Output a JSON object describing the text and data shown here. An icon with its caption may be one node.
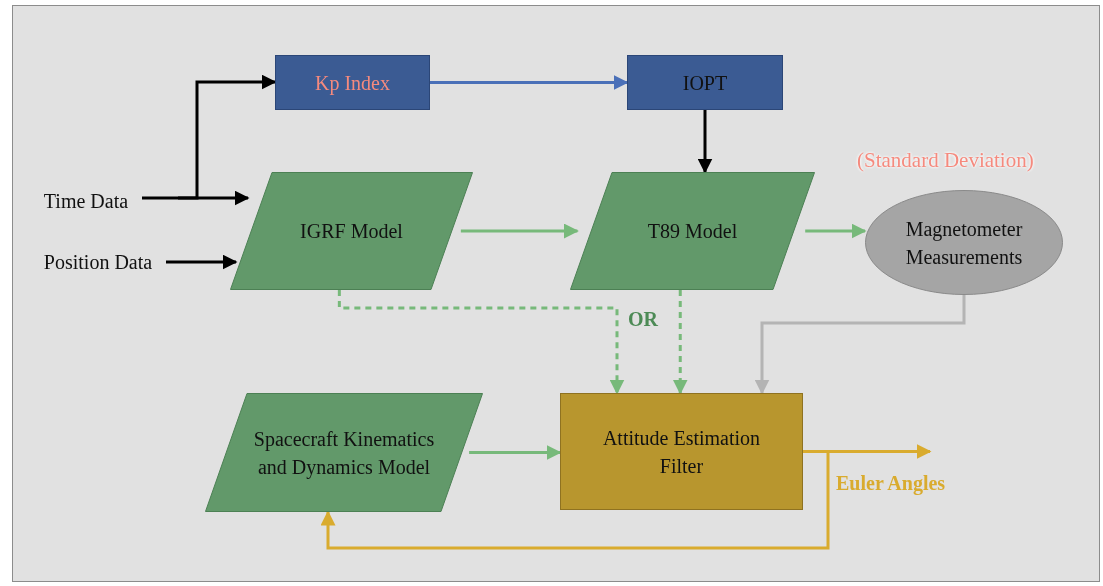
{
  "diagram": {
    "nodes": [
      {
        "text": [
          "Time Data"
        ]
      },
      {
        "text": [
          "Position Data"
        ]
      },
      {
        "text": [
          "Kp Index"
        ]
      },
      {
        "text": [
          "IOPT"
        ]
      },
      {
        "text": [
          "IGRF Model"
        ]
      },
      {
        "text": [
          "T89 Model"
        ]
      },
      {
        "text": [
          "Magnetometer Measurements"
        ],
        "beside": [
          "(Standard Deviation)"
        ]
      },
      {
        "text": [
          "Spacecraft Kinematics and Dynamics Model"
        ]
      },
      {
        "text": [
          "Attitude Estimation Filter"
        ]
      }
    ],
    "edges": [
      {
        "from": 0,
        "to": 2,
        "arrow": "to",
        "color": "#000000"
      },
      {
        "from": 0,
        "to": 4,
        "arrow": "to",
        "color": "#000000"
      },
      {
        "from": 1,
        "to": 4,
        "arrow": "to",
        "color": "#000000"
      },
      {
        "from": 2,
        "to": 3,
        "arrow": "to",
        "color": "#4a70b8"
      },
      {
        "from": 3,
        "to": 5,
        "arrow": "to",
        "color": "#000000"
      },
      {
        "from": 4,
        "to": 5,
        "arrow": "to",
        "color": "#77b97a"
      },
      {
        "from": 5,
        "to": 6,
        "arrow": "to",
        "color": "#77b97a"
      },
      {
        "from": 4,
        "to": 8,
        "arrow": "to",
        "style": "dashed",
        "color": "#77b97a"
      },
      {
        "from": 5,
        "to": 8,
        "arrow": "to",
        "style": "dashed",
        "color": "#77b97a"
      },
      {
        "from": 6,
        "to": 8,
        "arrow": "to",
        "color": "#b4b4b4"
      },
      {
        "from": 7,
        "to": 8,
        "arrow": "to",
        "color": "#77b97a"
      },
      {
        "from": 8,
        "to": null,
        "arrow": "to",
        "label": "Euler Angles",
        "color": "#d9ab2e"
      },
      {
        "from": 8,
        "to": 7,
        "arrow": "to",
        "color": "#d9ab2e"
      }
    ],
    "labels": [
      "OR"
    ]
  }
}
